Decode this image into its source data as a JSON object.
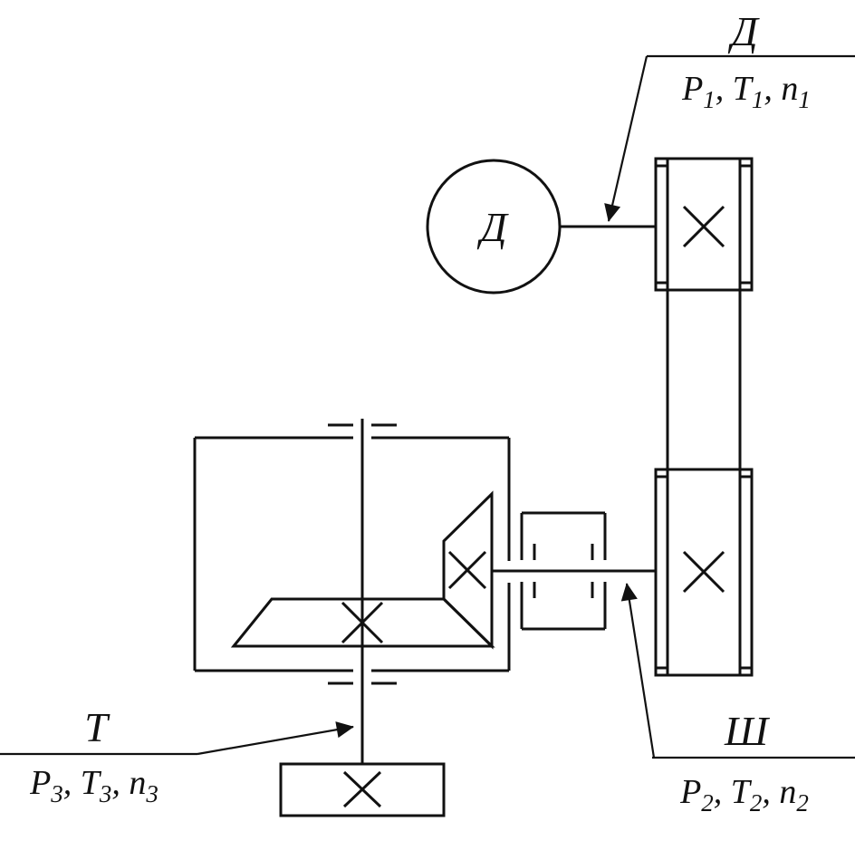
{
  "canvas": {
    "background": "#ffffff",
    "ink": "#111111"
  },
  "motor": {
    "label": "Д"
  },
  "callouts": {
    "motor": {
      "name": "Д",
      "params": [
        {
          "text": "P"
        },
        {
          "text": "1",
          "sub": true
        },
        {
          "text": ", T"
        },
        {
          "text": "1",
          "sub": true
        },
        {
          "text": ", n"
        },
        {
          "text": "1",
          "sub": true
        }
      ]
    },
    "belt": {
      "name": "Ш",
      "params": [
        {
          "text": "P"
        },
        {
          "text": "2",
          "sub": true
        },
        {
          "text": ", T"
        },
        {
          "text": "2",
          "sub": true
        },
        {
          "text": ", n"
        },
        {
          "text": "2",
          "sub": true
        }
      ]
    },
    "drum": {
      "name": "Т",
      "params": [
        {
          "text": "P"
        },
        {
          "text": "3",
          "sub": true
        },
        {
          "text": ", T"
        },
        {
          "text": "3",
          "sub": true
        },
        {
          "text": ", n"
        },
        {
          "text": "3",
          "sub": true
        }
      ]
    }
  }
}
